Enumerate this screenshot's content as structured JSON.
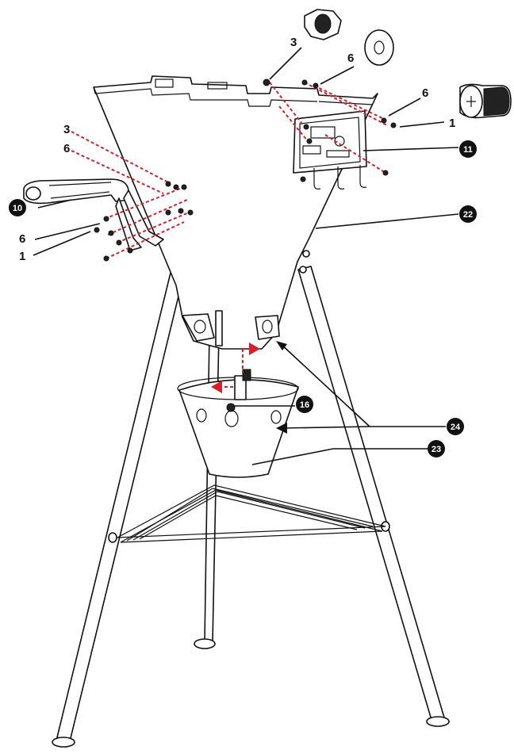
{
  "callouts": {
    "c3_top": "3",
    "c6_top": "6",
    "c6_right": "6",
    "c1_right": "1",
    "c11": "11",
    "c3_left": "3",
    "c6_left_top": "6",
    "c10": "10",
    "c22": "22",
    "c6_left": "6",
    "c1_left": "1",
    "c16": "16",
    "c24": "24",
    "c23": "23"
  },
  "colors": {
    "line": "#111111",
    "dash": "#d4202a",
    "badge_fill": "#111111"
  }
}
